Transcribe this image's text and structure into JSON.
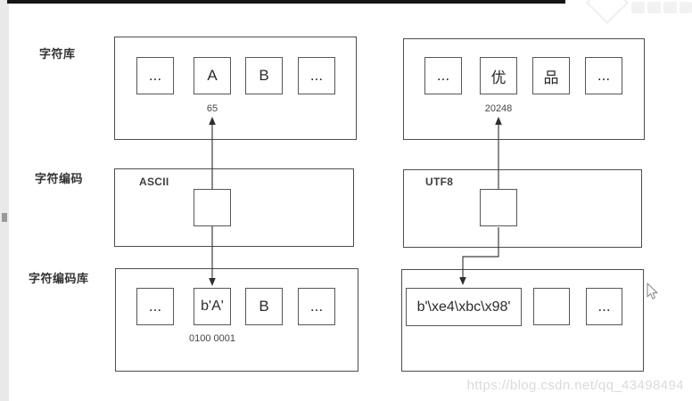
{
  "row_labels": {
    "charset": "字符库",
    "encoding": "字符编码",
    "encoded_bytes": "字符编码库"
  },
  "ascii_column": {
    "encoding_name": "ASCII",
    "charset_cells": [
      "...",
      "A",
      "B",
      "..."
    ],
    "code_point": "65",
    "byte_cells": [
      "...",
      "b'A'",
      "B",
      "..."
    ],
    "binary_value": "0100 0001"
  },
  "utf8_column": {
    "encoding_name": "UTF8",
    "charset_cells": [
      "...",
      "优",
      "品",
      "..."
    ],
    "code_point": "20248",
    "bytes_literal": "b'\\xe4\\xbc\\x98'",
    "byte_tail_cells": [
      "",
      "..."
    ]
  },
  "watermark": {
    "blog_url": "https://blog.csdn.net/qq_43498494"
  },
  "colors": {
    "box_border": "#4d4d4d",
    "cell_border": "#575757",
    "arrow": "#3e3e3e",
    "top_bar": "#161616",
    "gutter": "#e9e9e9",
    "url_watermark": "#dadada"
  }
}
